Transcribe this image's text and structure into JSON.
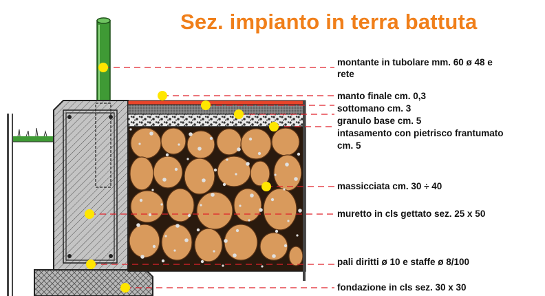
{
  "title": "Sez. impianto in terra battuta",
  "labels": {
    "montante_1": "montante in tubolare mm. 60 ø 48 e",
    "montante_2": "rete",
    "manto": "manto finale cm. 0,3",
    "sottomano": "sottomano cm. 3",
    "granulo": "granulo base cm. 5",
    "intasamento_1": "intasamento con pietrisco frantumato",
    "intasamento_2": "cm. 5",
    "massicciata": "massicciata cm. 30 ÷ 40",
    "muretto": "muretto in cls gettato sez. 25 x 50",
    "pali": "pali diritti ø 10 e staffe ø 8/100",
    "fondazione": "fondazione in cls sez. 30 x 30"
  },
  "colors": {
    "title": "#f07f1a",
    "leader_line": "#e0202a",
    "marker": "#ffe600",
    "post": "#3f9a35",
    "manto": "#e8452a",
    "sottomano": "#8a8a8a",
    "granulo": "#d9d9d9",
    "stone": "#d99a5c",
    "stone_matrix": "#2a1a0e",
    "concrete": "#bdbdbd"
  }
}
